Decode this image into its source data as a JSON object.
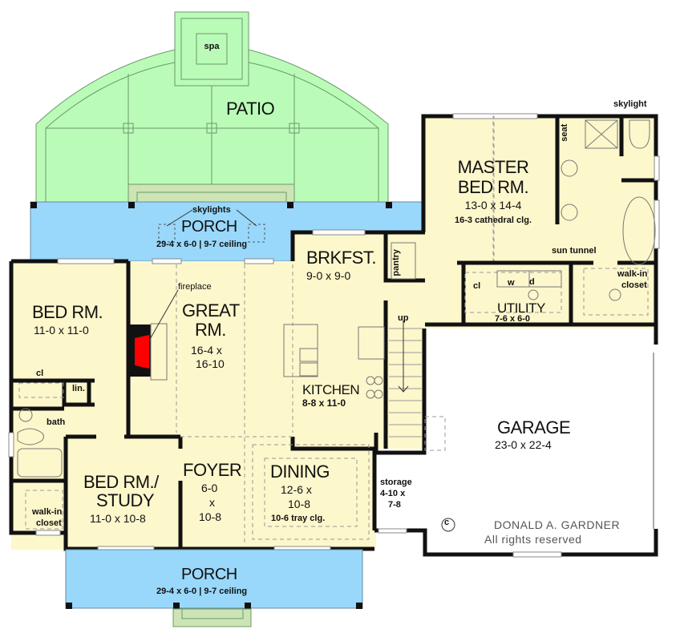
{
  "colors": {
    "interior": "#fdf7cc",
    "porch": "#99d8fb",
    "patio": "#bbfbb8",
    "patio_step": "#cde4b4",
    "wall": "#111111",
    "fireplace": "#ff0000",
    "garage": "#ffffff"
  },
  "rooms": {
    "patio": {
      "name": "PATIO"
    },
    "spa": {
      "name": "spa"
    },
    "rear_porch": {
      "name": "PORCH",
      "dims": "29-4 x 6-0 | 9-7 ceiling",
      "note": "skylights"
    },
    "master": {
      "name_line1": "MASTER",
      "name_line2": "BED RM.",
      "dims": "13-0 x 14-4",
      "ceiling": "16-3 cathedral clg."
    },
    "master_bath": {
      "skylight": "skylight",
      "seat": "seat"
    },
    "walk_in_master": {
      "line1": "walk-in",
      "line2": "closet",
      "sun_tunnel": "sun tunnel"
    },
    "utility": {
      "name": "UTILITY",
      "dims": "7-6 x 6-0",
      "washer": "w",
      "dryer": "d",
      "closet": "cl"
    },
    "brkfst": {
      "name": "BRKFST.",
      "dims": "9-0 x 9-0",
      "pantry": "pantry"
    },
    "stairs": {
      "label": "up"
    },
    "bedroom": {
      "name": "BED RM.",
      "dims": "11-0 x 11-0",
      "closet": "cl",
      "linen": "lin."
    },
    "bath": {
      "name": "bath"
    },
    "great_room": {
      "name_line1": "GREAT",
      "name_line2": "RM.",
      "dims_line1": "16-4 x",
      "dims_line2": "16-10",
      "fireplace": "fireplace"
    },
    "kitchen": {
      "name": "KITCHEN",
      "dims": "8-8 x 11-0"
    },
    "study": {
      "name_line1": "BED RM./",
      "name_line2": "STUDY",
      "dims": "11-0 x 10-8"
    },
    "walk_in_study": {
      "line1": "walk-in",
      "line2": "closet"
    },
    "foyer": {
      "name": "FOYER",
      "dims_line1": "6-0",
      "dims_line2": "x",
      "dims_line3": "10-8"
    },
    "dining": {
      "name": "DINING",
      "dims_line1": "12-6 x",
      "dims_line2": "10-8",
      "ceiling": "10-6 tray clg."
    },
    "garage": {
      "name": "GARAGE",
      "dims": "23-0 x 22-4"
    },
    "storage": {
      "name": "storage",
      "dims_line1": "4-10 x",
      "dims_line2": "7-8"
    },
    "front_porch": {
      "name": "PORCH",
      "dims": "29-4 x 6-0 | 9-7 ceiling"
    }
  },
  "copyright": {
    "symbol": "c",
    "line1": "DONALD A. GARDNER",
    "line2": "All rights reserved"
  }
}
